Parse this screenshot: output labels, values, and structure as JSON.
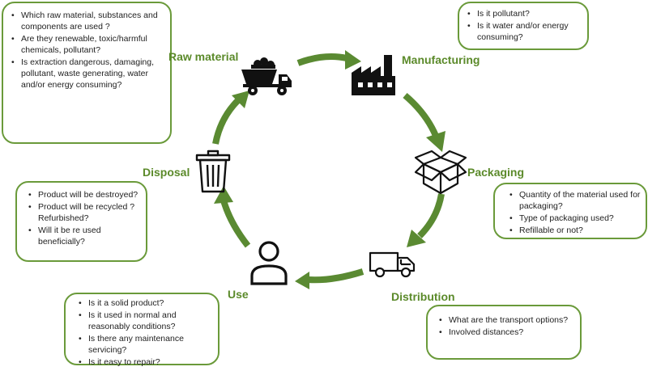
{
  "colors": {
    "accent": "#5b8a2a",
    "border": "#6a9a3a",
    "arrow": "#5a8a32",
    "icon": "#111111"
  },
  "stages": {
    "raw_material": "Raw material",
    "manufacturing": "Manufacturing",
    "packaging": "Packaging",
    "distribution": "Distribution",
    "use": "Use",
    "disposal": "Disposal"
  },
  "icons": {
    "raw_material": "dump-truck-icon",
    "manufacturing": "factory-icon",
    "packaging": "open-box-icon",
    "distribution": "delivery-truck-icon",
    "use": "person-icon",
    "disposal": "trash-bin-icon"
  },
  "questions": {
    "raw_material": [
      "Which raw material, substances and components are used ?",
      "Are they renewable, toxic/harmful chemicals, pollutant?",
      "Is extraction dangerous, damaging, pollutant, waste generating, water and/or energy consuming?"
    ],
    "manufacturing": [
      "Is it pollutant?",
      "Is it water and/or energy consuming?"
    ],
    "packaging": [
      "Quantity of the material used for packaging?",
      "Type of packaging used?",
      "Refillable or not?"
    ],
    "distribution": [
      "What are the transport options?",
      "Involved distances?"
    ],
    "use": [
      "Is it a solid product?",
      "Is it used in normal and reasonably conditions?",
      "Is there any maintenance servicing?",
      "Is it easy to repair?"
    ],
    "disposal": [
      "Product will be destroyed?",
      "Product will be recycled ? Refurbished?",
      "Will it be re used beneficially?"
    ]
  }
}
